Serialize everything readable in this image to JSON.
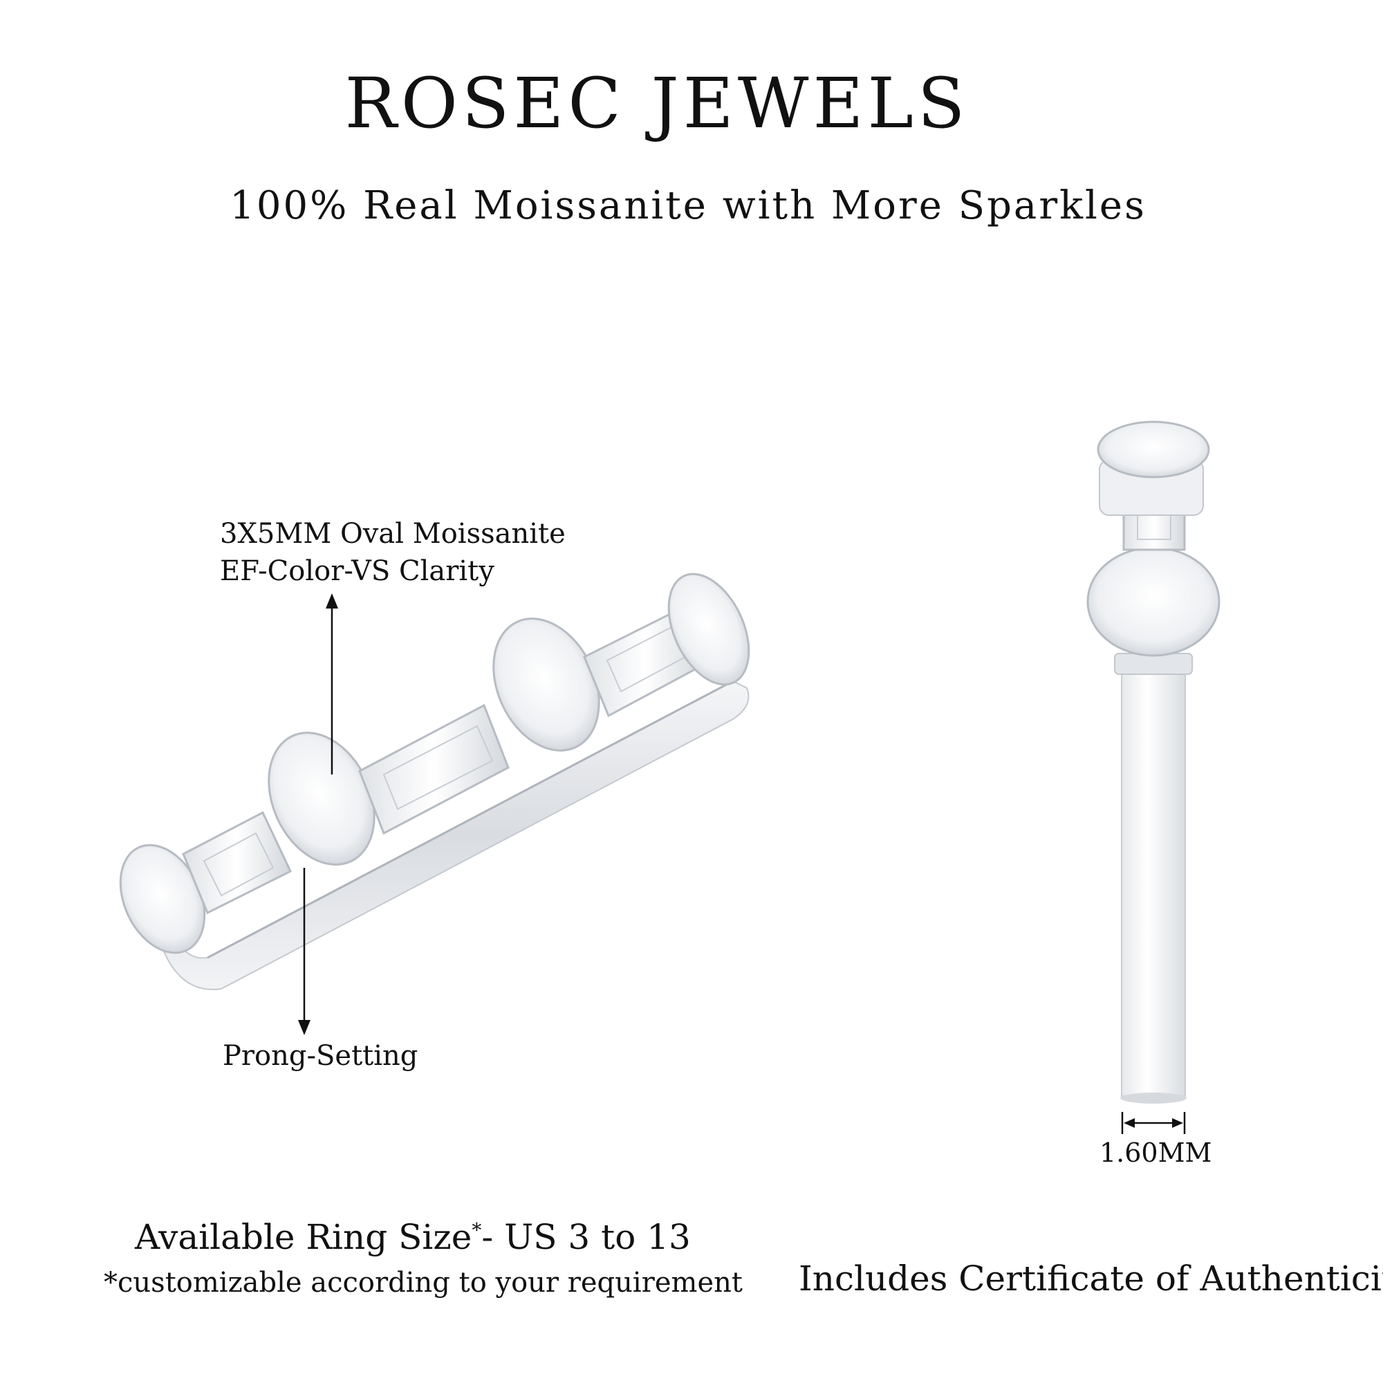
{
  "brand": "ROSEC JEWELS",
  "tagline": "100% Real Moissanite with More Sparkles",
  "callouts": {
    "stone_line1": "3X5MM Oval Moissanite",
    "stone_line2": "EF-Color-VS Clarity",
    "setting": "Prong-Setting",
    "band_width": "1.60MM"
  },
  "sizes": {
    "label": "Available Ring Size",
    "asterisk": "*",
    "range": "- US 3 to 13",
    "note": "*customizable according to your requirement"
  },
  "certificate": "Includes Certificate of Authenticity",
  "colors": {
    "text": "#111111",
    "metal": "#e4e6ea",
    "stone": "#f6f7f9",
    "facet": "#bfc4cb"
  }
}
